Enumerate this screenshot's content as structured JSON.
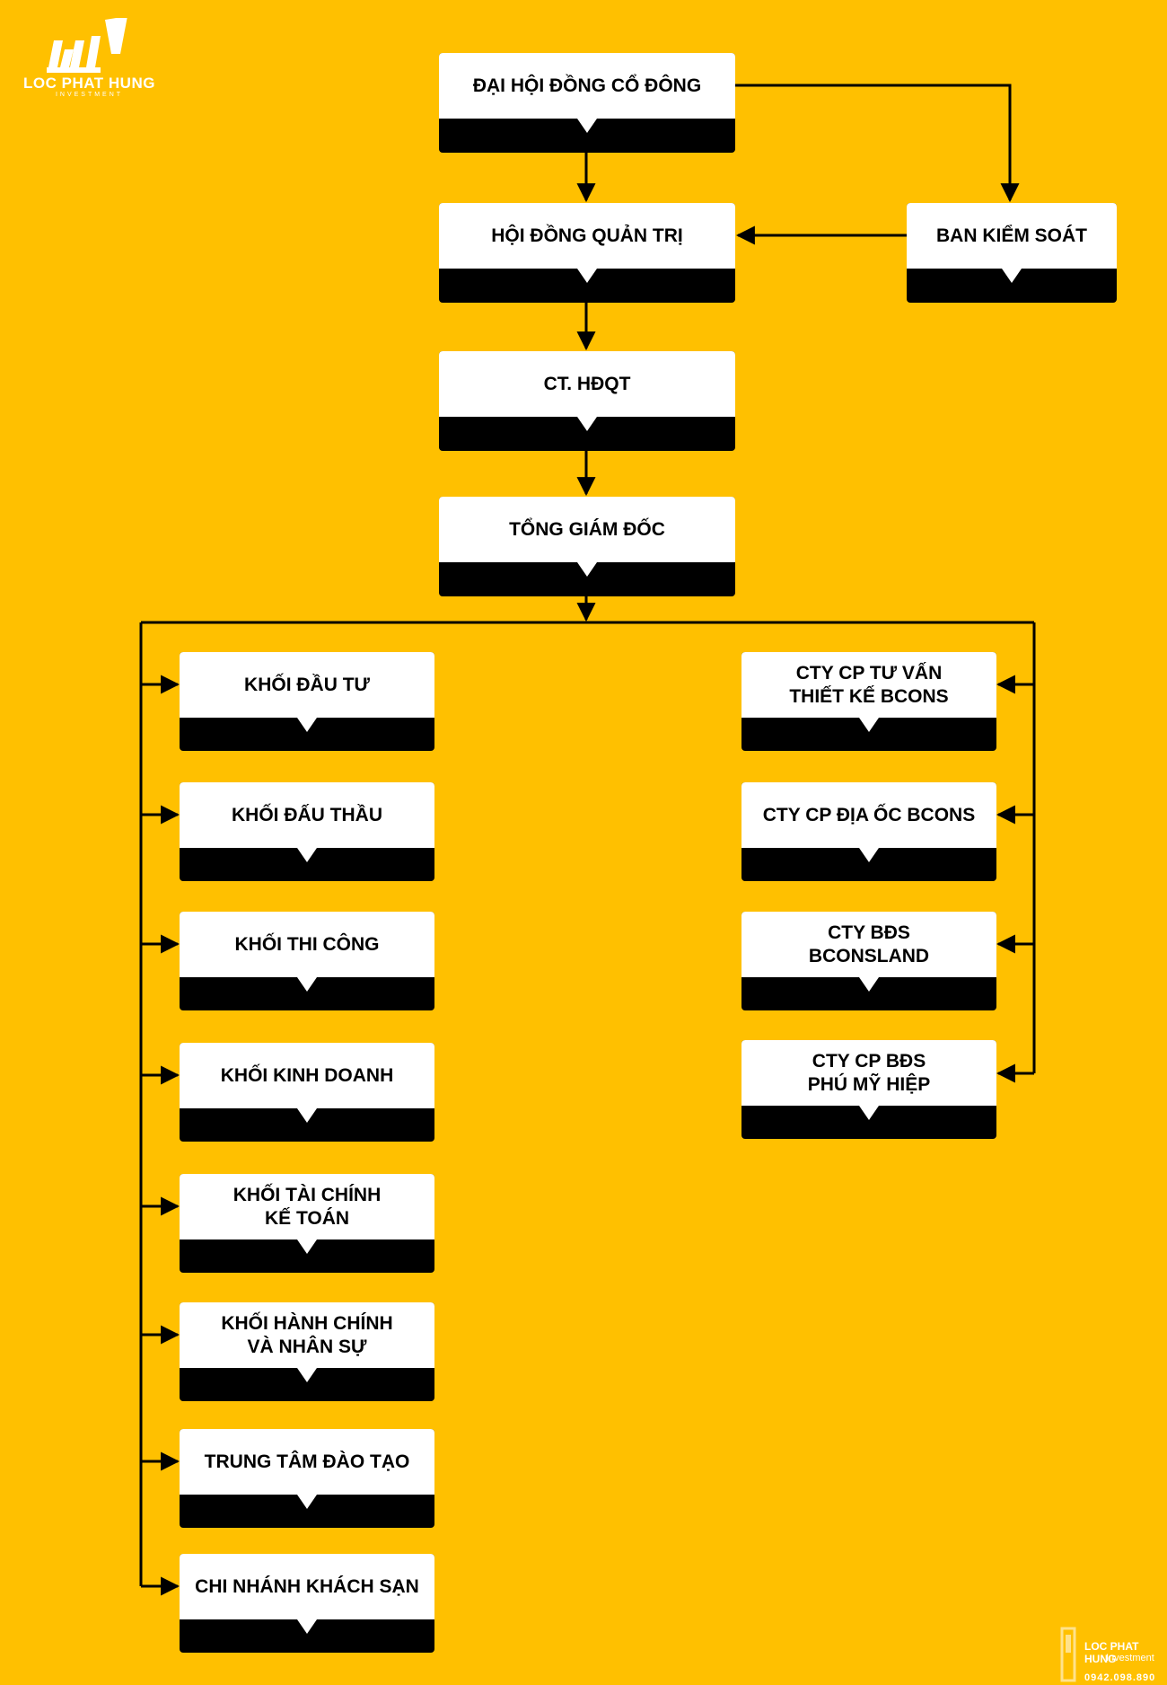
{
  "brand": {
    "name": "LOC PHAT HUNG",
    "tagline": "INVESTMENT",
    "watermark_name": "LOC PHAT HUNG",
    "watermark_tagline": "Investment",
    "watermark_phone": "0942.098.890"
  },
  "nodes": {
    "shareholders": "ĐẠI HỘI ĐỒNG CỔ ĐÔNG",
    "supervisory_board": "BAN KIỂM SOÁT",
    "board_of_directors": "HỘI ĐỒNG QUẢN TRỊ",
    "chairman": "CT. HĐQT",
    "ceo": "TỔNG GIÁM ĐỐC"
  },
  "left_branch": [
    "KHỐI ĐẦU TƯ",
    "KHỐI ĐẤU THẦU",
    "KHỐI THI CÔNG",
    "KHỐI KINH DOANH",
    "KHỐI TÀI CHÍNH\nKẾ TOÁN",
    "KHỐI HÀNH CHÍNH\nVÀ NHÂN SỰ",
    "TRUNG TÂM ĐÀO TẠO",
    "CHI NHÁNH KHÁCH SẠN"
  ],
  "right_branch": [
    "CTY CP TƯ VẤN\nTHIẾT KẾ BCONS",
    "CTY CP ĐỊA ỐC BCONS",
    "CTY BĐS\nBCONSLAND",
    "CTY CP BĐS\nPHÚ MỸ HIỆP"
  ],
  "colors": {
    "background": "#FFC000",
    "box_bottom": "#000000",
    "box_top": "#FFFFFF",
    "connector": "#000000"
  }
}
